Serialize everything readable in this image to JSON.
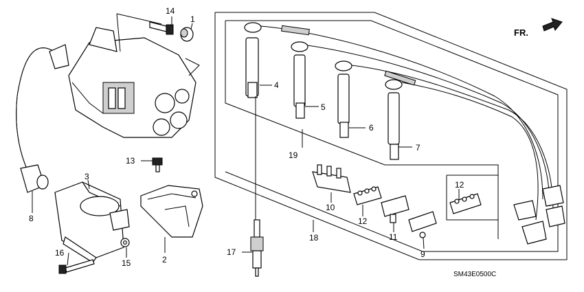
{
  "diagram_code": "SM43E0500C",
  "direction_label": "FR.",
  "callouts": [
    {
      "id": "1",
      "text": "1"
    },
    {
      "id": "2",
      "text": "2"
    },
    {
      "id": "3",
      "text": "3"
    },
    {
      "id": "4",
      "text": "4"
    },
    {
      "id": "5",
      "text": "5"
    },
    {
      "id": "6",
      "text": "6"
    },
    {
      "id": "7",
      "text": "7"
    },
    {
      "id": "8",
      "text": "8"
    },
    {
      "id": "9",
      "text": "9"
    },
    {
      "id": "10",
      "text": "10"
    },
    {
      "id": "11",
      "text": "11"
    },
    {
      "id": "12a",
      "text": "12"
    },
    {
      "id": "12b",
      "text": "12"
    },
    {
      "id": "13",
      "text": "13"
    },
    {
      "id": "14",
      "text": "14"
    },
    {
      "id": "15",
      "text": "15"
    },
    {
      "id": "16",
      "text": "16"
    },
    {
      "id": "17",
      "text": "17"
    },
    {
      "id": "18",
      "text": "18"
    },
    {
      "id": "19",
      "text": "19"
    }
  ]
}
